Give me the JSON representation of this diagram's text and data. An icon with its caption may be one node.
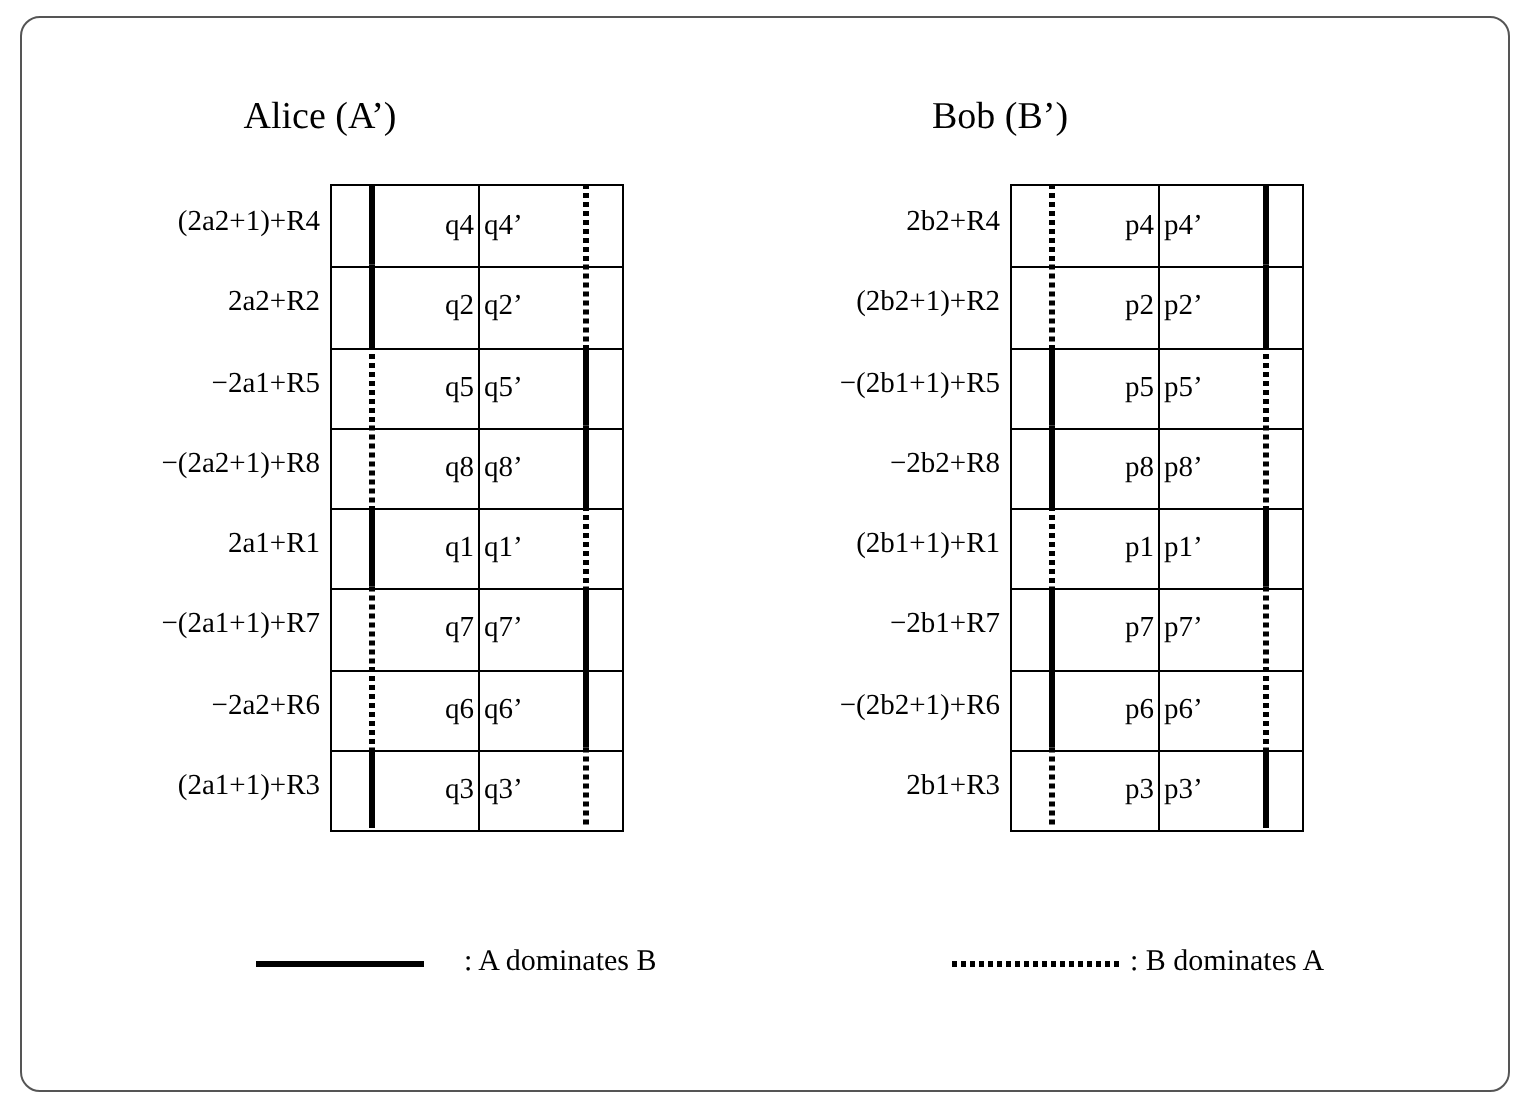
{
  "diagram": {
    "labels": [
      "Alice (A’)",
      "Bob (B’)",
      "(2a2+1)+R4",
      "q4",
      "q4’",
      "2a2+R2",
      "q2",
      "q2’",
      "−2a1+R5",
      "q5",
      "q5’",
      "−(2a2+1)+R8",
      "q8",
      "q8’",
      "2a1+R1",
      "q1",
      "q1’",
      "−(2a1+1)+R7",
      "q7",
      "q7’",
      "−2a2+R6",
      "q6",
      "q6’",
      "(2a1+1)+R3",
      "q3",
      "q3’",
      "2b2+R4",
      "p4",
      "p4’",
      "(2b2+1)+R2",
      "p2",
      "p2’",
      "−(2b1+1)+R5",
      "p5",
      "p5’",
      "−2b2+R8",
      "p8",
      "p8’",
      "(2b1+1)+R1",
      "p1",
      "p1’",
      "−2b1+R7",
      "p7",
      "p7’",
      "−(2b2+1)+R6",
      "p6",
      "p6’",
      "2b1+R3",
      "p3",
      "p3’"
    ],
    "legend": [
      {
        "text": ": A dominates B"
      },
      {
        "text": ": B dominates A"
      }
    ]
  }
}
